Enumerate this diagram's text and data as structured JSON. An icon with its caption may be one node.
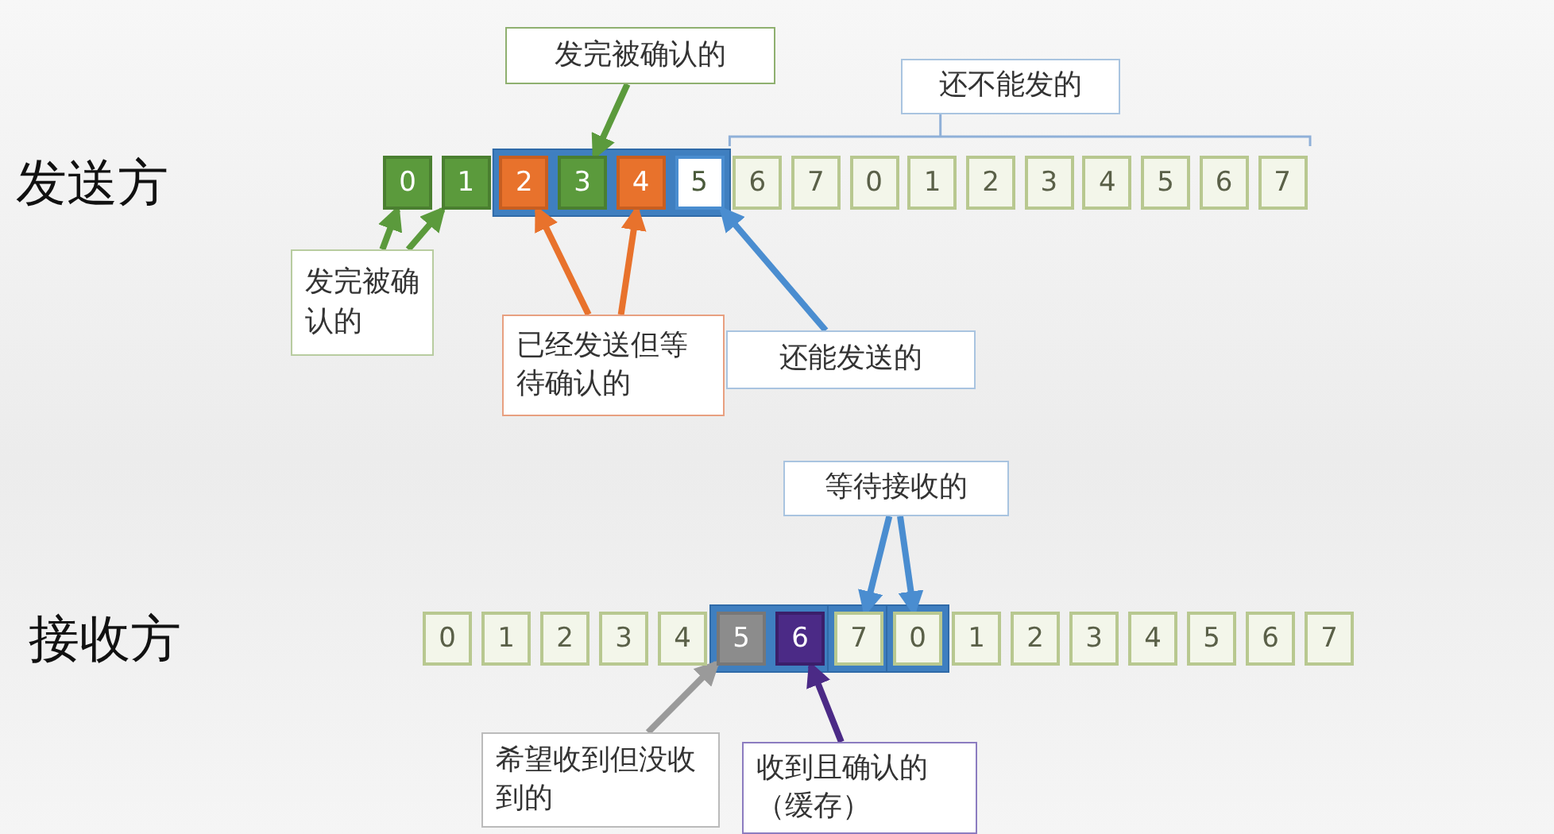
{
  "diagram": {
    "nodes": [
      {
        "text": [
          "0"
        ]
      },
      {
        "text": [
          "1"
        ]
      },
      {
        "text": [
          "2"
        ]
      },
      {
        "text": [
          "3"
        ]
      },
      {
        "text": [
          "4"
        ]
      },
      {
        "text": [
          "5"
        ]
      },
      {
        "text": [
          "6"
        ]
      },
      {
        "text": [
          "7"
        ]
      },
      {
        "text": [
          "0"
        ]
      },
      {
        "text": [
          "1"
        ]
      },
      {
        "text": [
          "2"
        ]
      },
      {
        "text": [
          "3"
        ]
      },
      {
        "text": [
          "4"
        ]
      },
      {
        "text": [
          "5"
        ]
      },
      {
        "text": [
          "6"
        ]
      },
      {
        "text": [
          "7"
        ]
      },
      {
        "text": [
          "0"
        ]
      },
      {
        "text": [
          "1"
        ]
      },
      {
        "text": [
          "2"
        ]
      },
      {
        "text": [
          "3"
        ]
      },
      {
        "text": [
          "4"
        ]
      },
      {
        "text": [
          "5"
        ]
      },
      {
        "text": [
          "6"
        ]
      },
      {
        "text": [
          "7"
        ]
      },
      {
        "text": [
          "0"
        ]
      },
      {
        "text": [
          "1"
        ]
      },
      {
        "text": [
          "2"
        ]
      },
      {
        "text": [
          "3"
        ]
      },
      {
        "text": [
          "4"
        ]
      },
      {
        "text": [
          "5"
        ]
      },
      {
        "text": [
          "6"
        ]
      },
      {
        "text": [
          "7"
        ]
      },
      {
        "text": [
          "发完被确认的"
        ]
      },
      {
        "text": [
          "发完被确认的"
        ]
      },
      {
        "text": [
          "已经发送但等待确认的"
        ]
      },
      {
        "text": [
          "还能发送的"
        ]
      },
      {
        "text": [
          "还不能发的"
        ]
      },
      {
        "text": [
          "等待接收的"
        ]
      },
      {
        "text": [
          "希望收到但没收到的"
        ]
      },
      {
        "text": [
          "收到且确认的（缓存）"
        ]
      }
    ],
    "edges": [
      {
        "from": 32,
        "to": 3,
        "arrow": "to",
        "color": "#5b9a3c"
      },
      {
        "from": 33,
        "to": 0,
        "arrow": "to",
        "color": "#5b9a3c"
      },
      {
        "from": 33,
        "to": 1,
        "arrow": "to",
        "color": "#5b9a3c"
      },
      {
        "from": 34,
        "to": 2,
        "arrow": "to",
        "color": "#e8722c"
      },
      {
        "from": 34,
        "to": 4,
        "arrow": "to",
        "color": "#e8722c"
      },
      {
        "from": 35,
        "to": 5,
        "arrow": "to",
        "color": "#4a8dd0"
      },
      {
        "from": 37,
        "to": 23,
        "arrow": "to",
        "color": "#4a8dd0"
      },
      {
        "from": 37,
        "to": 24,
        "arrow": "to",
        "color": "#4a8dd0"
      },
      {
        "from": 38,
        "to": 21,
        "arrow": "to",
        "color": "#9a9a9a"
      },
      {
        "from": 39,
        "to": 22,
        "arrow": "to",
        "color": "#4b2a86"
      }
    ],
    "labels": [
      "发送方",
      "接收方"
    ]
  }
}
